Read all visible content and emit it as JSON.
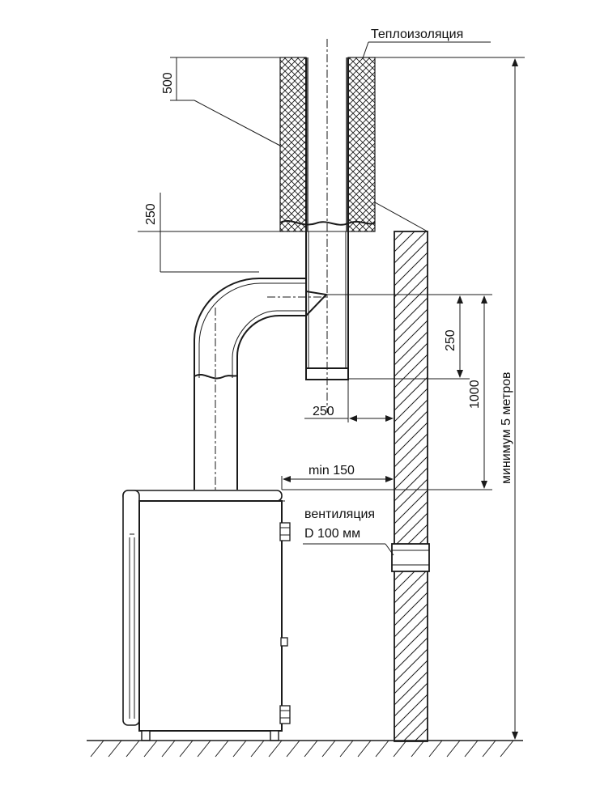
{
  "labels": {
    "insulation": "Теплоизоляция",
    "top_dim": "500",
    "upper_dim": "250",
    "inner_dim": "250",
    "height_dim": "1000",
    "wall_gap": "250",
    "min_gap": "min 150",
    "total_height": "минимум 5 метров",
    "ventilation_line1": "вентиляция",
    "ventilation_line2": "D 100 мм"
  },
  "icons": {
    "insulation_pattern": "cross-hatch",
    "wall_pattern": "diagonal-hatch",
    "floor_pattern": "ground-hatch"
  }
}
